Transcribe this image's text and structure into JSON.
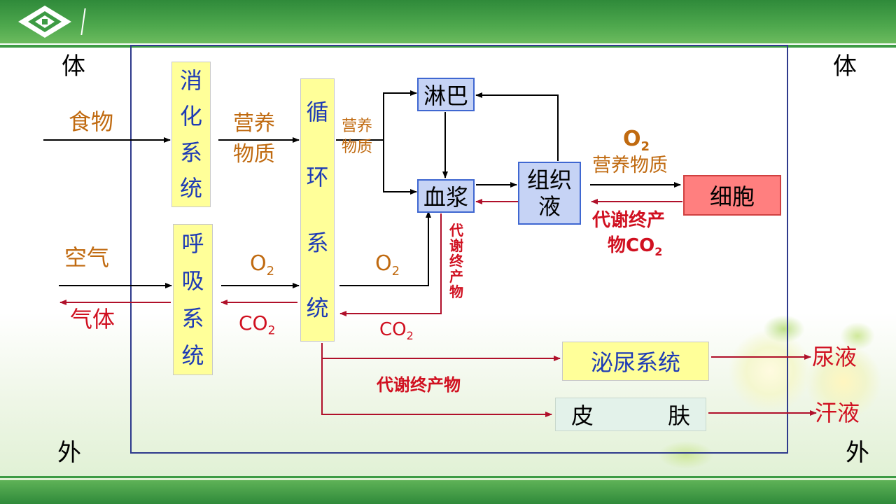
{
  "corners": {
    "tl": "体",
    "tr": "体",
    "bl": "外",
    "br": "外"
  },
  "inputs": {
    "food": "食物",
    "air": "空气",
    "gas_out": "气体"
  },
  "systems": {
    "digestive": [
      "消",
      "化",
      "系",
      "统"
    ],
    "respiratory": [
      "呼",
      "吸",
      "系",
      "统"
    ],
    "circulatory": [
      "循",
      "环",
      "系",
      "统"
    ],
    "urinary": "泌尿系统",
    "skin_left": "皮",
    "skin_right": "肤"
  },
  "fluids": {
    "lymph": "淋巴",
    "plasma": "血浆",
    "tissue": [
      "组织",
      "液"
    ],
    "cell": "细胞"
  },
  "labels": {
    "nutrients_1": [
      "营养",
      "物质"
    ],
    "nutrients_2": [
      "营养",
      "物质"
    ],
    "o2_resp": {
      "main": "O",
      "sub": "2"
    },
    "co2_resp": {
      "main": "CO",
      "sub": "2"
    },
    "o2_circ": {
      "main": "O",
      "sub": "2"
    },
    "co2_circ": {
      "main": "CO",
      "sub": "2"
    },
    "o2_cell": {
      "main": "O",
      "sub": "2"
    },
    "nutrients_cell": "营养物质",
    "waste_cell_line1": "代谢终产",
    "waste_cell_line2": {
      "main": "物CO",
      "sub": "2"
    },
    "waste_vertical": [
      "代",
      "谢",
      "终",
      "产",
      "物"
    ],
    "waste_bottom": "代谢终产物"
  },
  "outputs": {
    "urine": "尿液",
    "sweat": "汗液"
  },
  "colors": {
    "orange": "#c06a10",
    "red": "#d01020",
    "blue_text": "#1e3bb5",
    "frame": "#2e3a8c"
  }
}
